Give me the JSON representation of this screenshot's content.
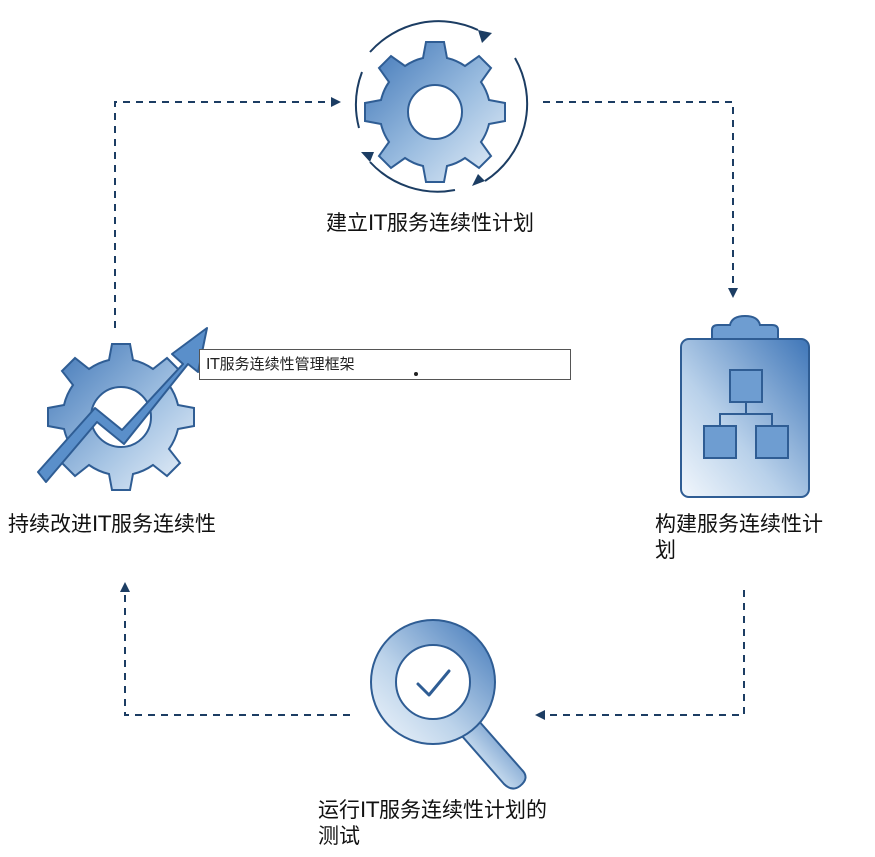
{
  "colors": {
    "accent": "#4f86c6",
    "accent_light": "#e6eff8",
    "accent_dark": "#2f5d94",
    "connector": "#1c3d63",
    "text": "#111111"
  },
  "icons": {
    "top": "gear-with-cycle-arrows-icon",
    "right": "clipboard-flowchart-icon",
    "bottom": "magnifier-check-icon",
    "left": "gear-with-growth-arrow-icon"
  },
  "nodes": {
    "establish": {
      "label": "建立IT服务连续性计划"
    },
    "build": {
      "label": "构建服务连续性计划"
    },
    "test": {
      "label": "运行IT服务连续性计划的测试"
    },
    "improve": {
      "label": "持续改进IT服务连续性"
    }
  },
  "framework": {
    "label": "IT服务连续性管理框架"
  }
}
